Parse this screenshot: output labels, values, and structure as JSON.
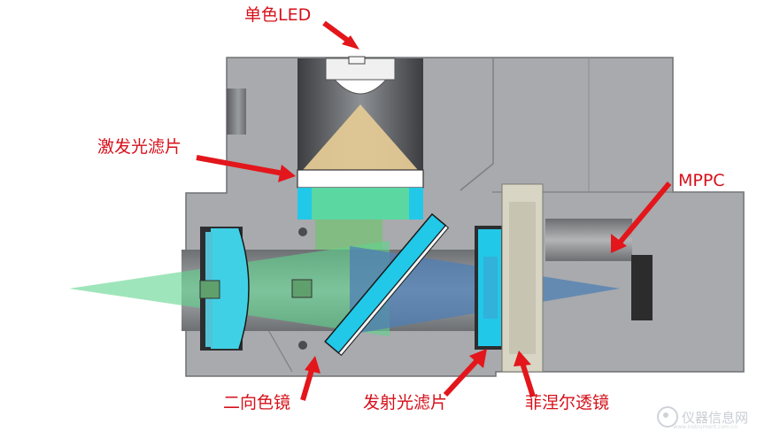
{
  "labels": {
    "led": "单色LED",
    "excitation_filter": "激发光滤片",
    "mppc": "MPPC",
    "dichroic_mirror": "二向色镜",
    "emission_filter": "发射光滤片",
    "fresnel_lens": "菲涅尔透镜"
  },
  "watermark": {
    "text": "仪器信息网",
    "sub": "www.instrument.com.cn"
  },
  "colors": {
    "label_red": "#d6101a",
    "arrow_red": "#e3161c",
    "housing_gray": "#a7a9ac",
    "excitation_green": "#5fd38e",
    "emission_blue": "#4f7fb4",
    "filter_cyan": "#21c8e8",
    "led_beam_tan": "#e3c995"
  }
}
